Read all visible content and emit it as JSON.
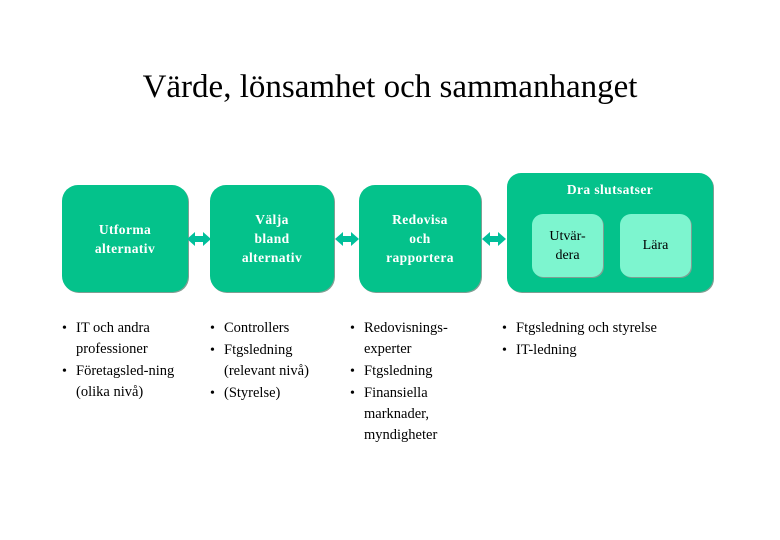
{
  "slide": {
    "title": "Värde, lönsamhet och sammanhanget",
    "background_color": "#FFFFFF"
  },
  "colors": {
    "box_green": "#04C28B",
    "sub_box_green": "#7DF5CF",
    "arrow_cyan": "#00BF9A",
    "box_text": "#FFFFFF",
    "sub_box_text": "#000000",
    "body_text": "#000000"
  },
  "process": {
    "steps": [
      {
        "id": "utforma",
        "label": "Utforma\nalternativ"
      },
      {
        "id": "valja",
        "label": "Välja\nbland\nalternativ"
      },
      {
        "id": "redovisa",
        "label": "Redovisa\noch\nrapportera"
      }
    ],
    "group": {
      "id": "dra-slutsatser",
      "heading": "Dra slutsatser",
      "sub_steps": [
        {
          "id": "utvardera",
          "label": "Utvär-\ndera"
        },
        {
          "id": "lara",
          "label": "Lära"
        }
      ]
    },
    "connectors": [
      {
        "id": "arrow-1",
        "icon": "double-arrow-horizontal-icon"
      },
      {
        "id": "arrow-2",
        "icon": "double-arrow-horizontal-icon"
      },
      {
        "id": "arrow-3",
        "icon": "double-arrow-horizontal-icon"
      }
    ]
  },
  "columns": [
    {
      "id": "col-1",
      "bullets": [
        "IT och andra professioner",
        "Företagsled-ning (olika nivå)"
      ]
    },
    {
      "id": "col-2",
      "bullets": [
        "Controllers",
        "Ftgsledning (relevant nivå)",
        "(Styrelse)"
      ]
    },
    {
      "id": "col-3",
      "bullets": [
        "Redovisnings-experter",
        "Ftgsledning",
        "Finansiella marknader, myndigheter"
      ]
    },
    {
      "id": "col-4",
      "bullets": [
        "Ftgsledning och styrelse",
        "IT-ledning"
      ]
    }
  ],
  "bullet_glyph": "•"
}
